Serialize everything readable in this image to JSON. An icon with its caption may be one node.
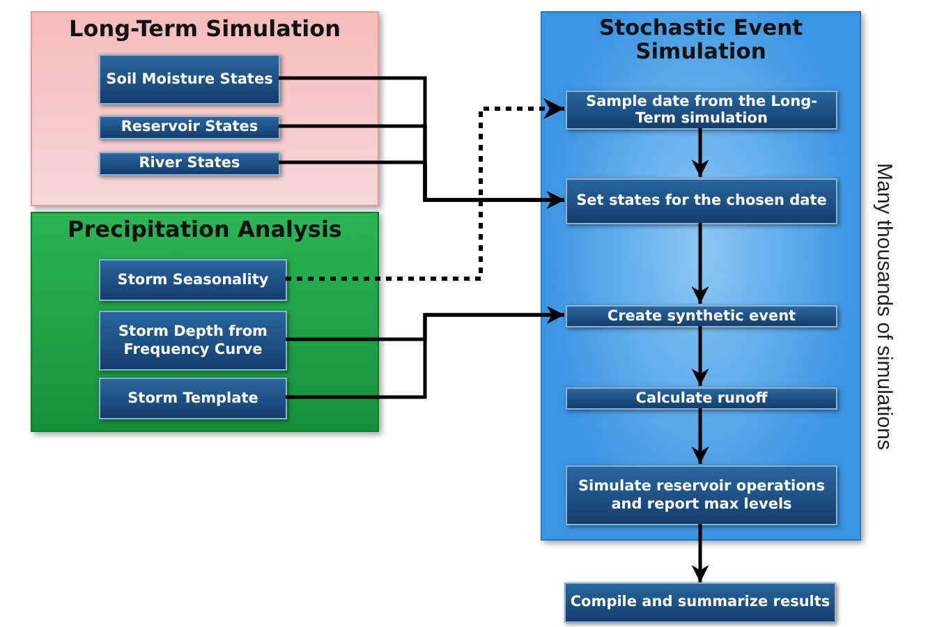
{
  "diagram": {
    "nodes": [
      {
        "text": [
          "Long-Term Simulation"
        ]
      },
      {
        "text": [
          "Soil Moisture States"
        ],
        "in": 0
      },
      {
        "text": [
          "Reservoir States"
        ],
        "in": 0
      },
      {
        "text": [
          "River States"
        ],
        "in": 0
      },
      {
        "text": [
          "Precipitation Analysis"
        ]
      },
      {
        "text": [
          "Storm Seasonality"
        ],
        "in": 4
      },
      {
        "text": [
          "Storm Depth from Frequency Curve"
        ],
        "in": 4
      },
      {
        "text": [
          "Storm Template"
        ],
        "in": 4
      },
      {
        "text": [
          "Stochastic Event Simulation"
        ]
      },
      {
        "text": [
          "Sample date from the Long-Term simulation"
        ],
        "in": 8
      },
      {
        "text": [
          "Set states for the chosen date"
        ],
        "in": 8
      },
      {
        "text": [
          "Create synthetic event"
        ],
        "in": 8
      },
      {
        "text": [
          "Calculate runoff"
        ],
        "in": 8
      },
      {
        "text": [
          "Simulate reservoir operations and report max levels"
        ],
        "in": 8
      },
      {
        "text": [
          "Compile and summarize results"
        ]
      }
    ],
    "edges": [
      {
        "from": 1,
        "to": 10,
        "arrow": "to"
      },
      {
        "from": 2,
        "to": 10,
        "arrow": "to"
      },
      {
        "from": 3,
        "to": 10,
        "arrow": "to"
      },
      {
        "from": 5,
        "to": 9,
        "arrow": "to",
        "style": "dashed"
      },
      {
        "from": 6,
        "to": 11,
        "arrow": "to"
      },
      {
        "from": 7,
        "to": 11,
        "arrow": "to"
      },
      {
        "from": 9,
        "to": 10,
        "arrow": "to"
      },
      {
        "from": 10,
        "to": 11,
        "arrow": "to"
      },
      {
        "from": 11,
        "to": 12,
        "arrow": "to"
      },
      {
        "from": 12,
        "to": 13,
        "arrow": "to"
      },
      {
        "from": 13,
        "to": 14,
        "arrow": "to"
      }
    ],
    "labels": [
      "Many thousands of simulations"
    ]
  }
}
